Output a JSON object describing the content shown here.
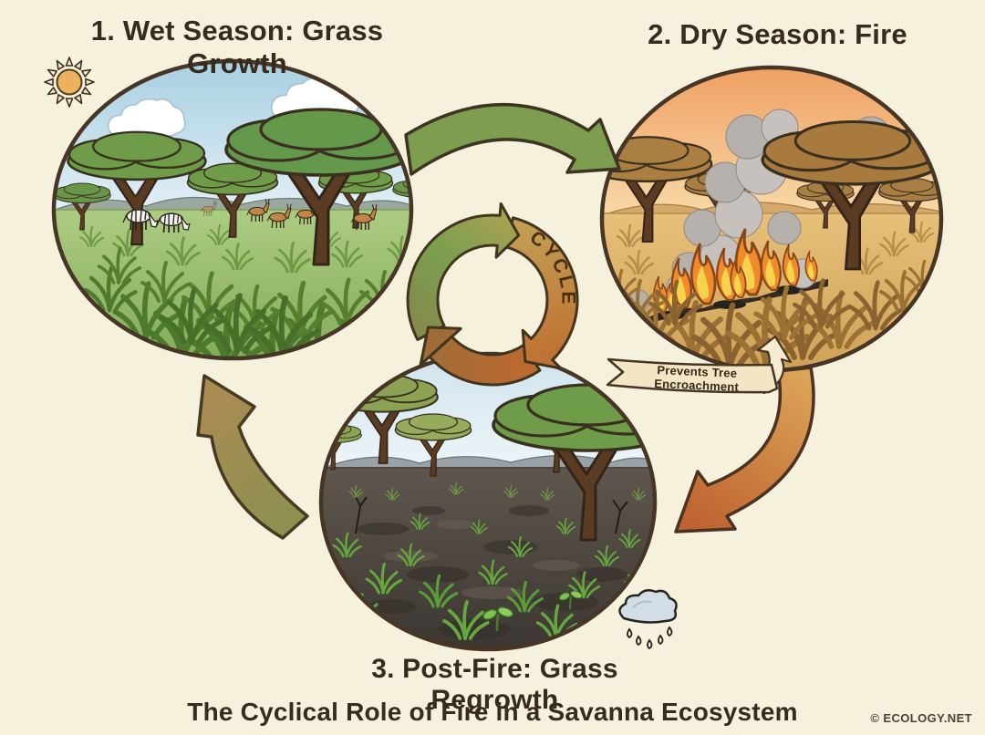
{
  "labels": {
    "stage1": "1. Wet Season: Grass Growth",
    "stage2": "2. Dry Season: Fire",
    "stage3": "3. Post-Fire: Grass Regrowth",
    "cycle": "CYCLE",
    "banner": "Prevents Tree Encroachment",
    "title": "The Cyclical Role of Fire in a Savanna Ecosystem",
    "watermark": "© ECOLOGY.NET"
  },
  "icons": {
    "sun": "sun-icon",
    "rain_cloud": "rain-cloud-icon"
  },
  "colors": {
    "background": "#f6f1dc",
    "text_ink": "#372b1d",
    "circle_outline": "#473626",
    "arrow_wet_to_dry_green": "#7d9d4f",
    "arrow_dry_to_postfire_orange": "#c9763a",
    "arrow_postfire_to_wet_olive": "#8e9150",
    "cycle_ring_green": "#7ba04f",
    "cycle_ring_orange": "#c06f30",
    "banner_fill": "#f3e6c4"
  }
}
